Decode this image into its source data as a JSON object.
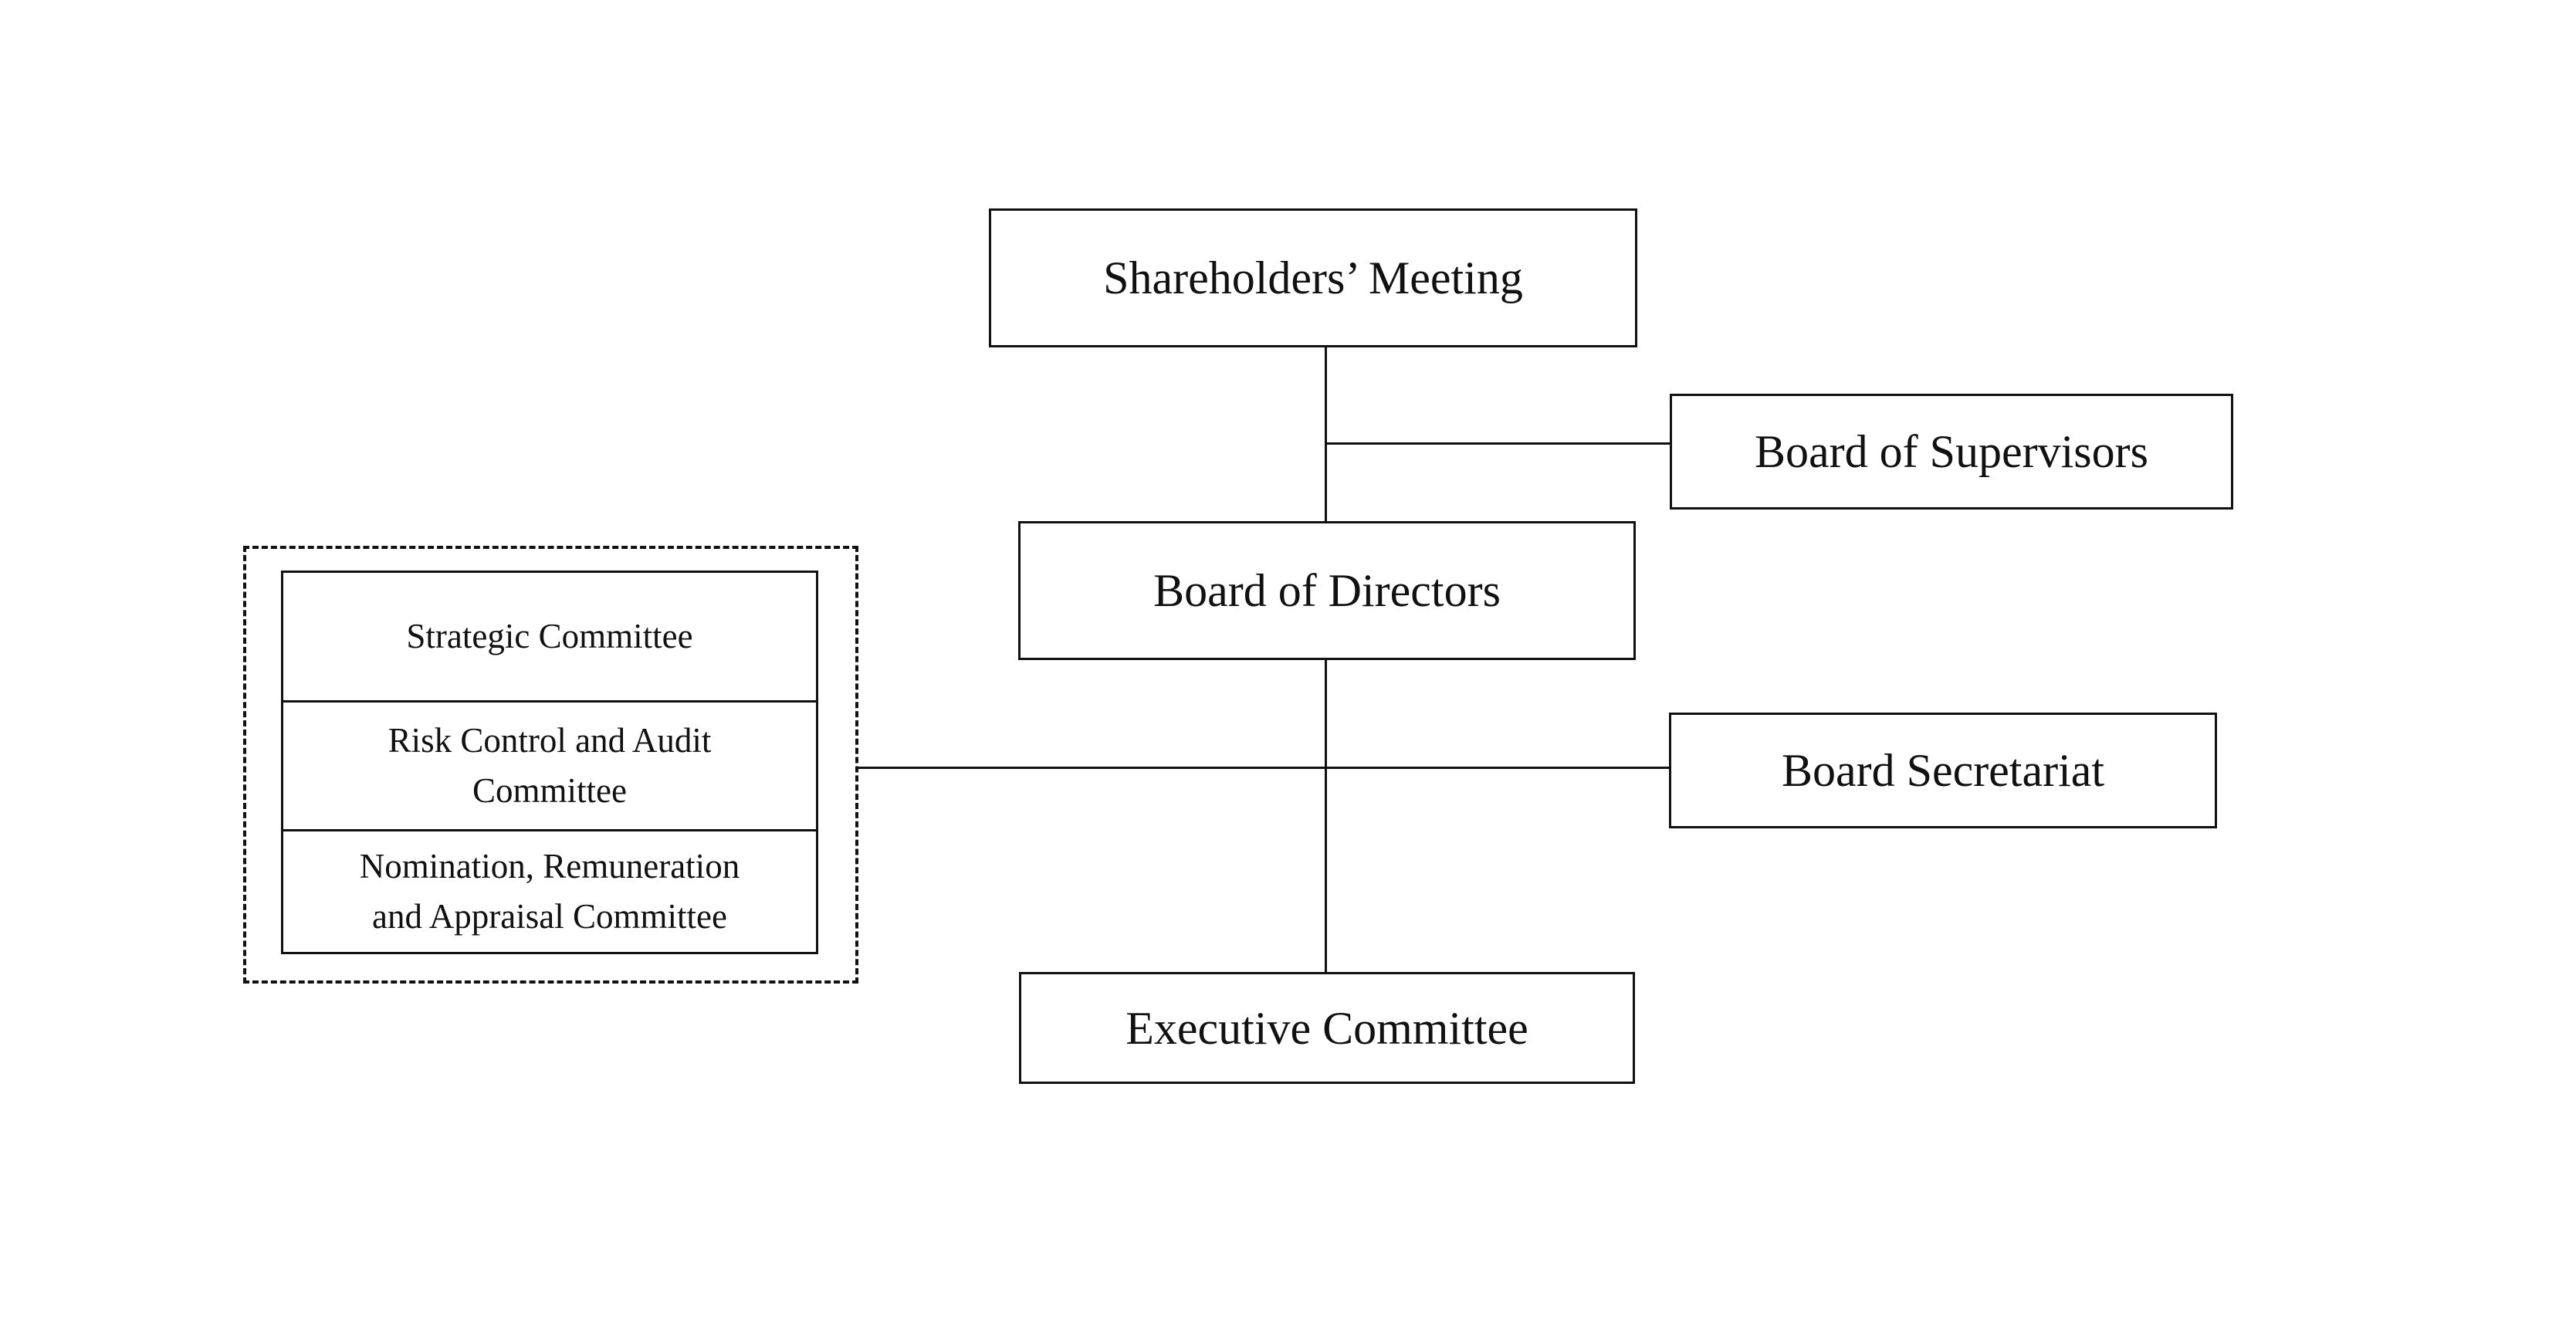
{
  "colors": {
    "background": "#ffffff",
    "line": "#111111",
    "text": "#111111"
  },
  "nodes": {
    "shareholders_meeting": {
      "label": "Shareholders’ Meeting"
    },
    "board_of_supervisors": {
      "label": "Board of Supervisors"
    },
    "board_of_directors": {
      "label": "Board of Directors"
    },
    "board_secretariat": {
      "label": "Board Secretariat"
    },
    "executive_committee": {
      "label": "Executive Committee"
    }
  },
  "committee_group": {
    "items": [
      {
        "label": "Strategic Committee"
      },
      {
        "label": "Risk Control and Audit\nCommittee"
      },
      {
        "label": "Nomination, Remuneration\nand Appraisal Committee"
      }
    ]
  }
}
